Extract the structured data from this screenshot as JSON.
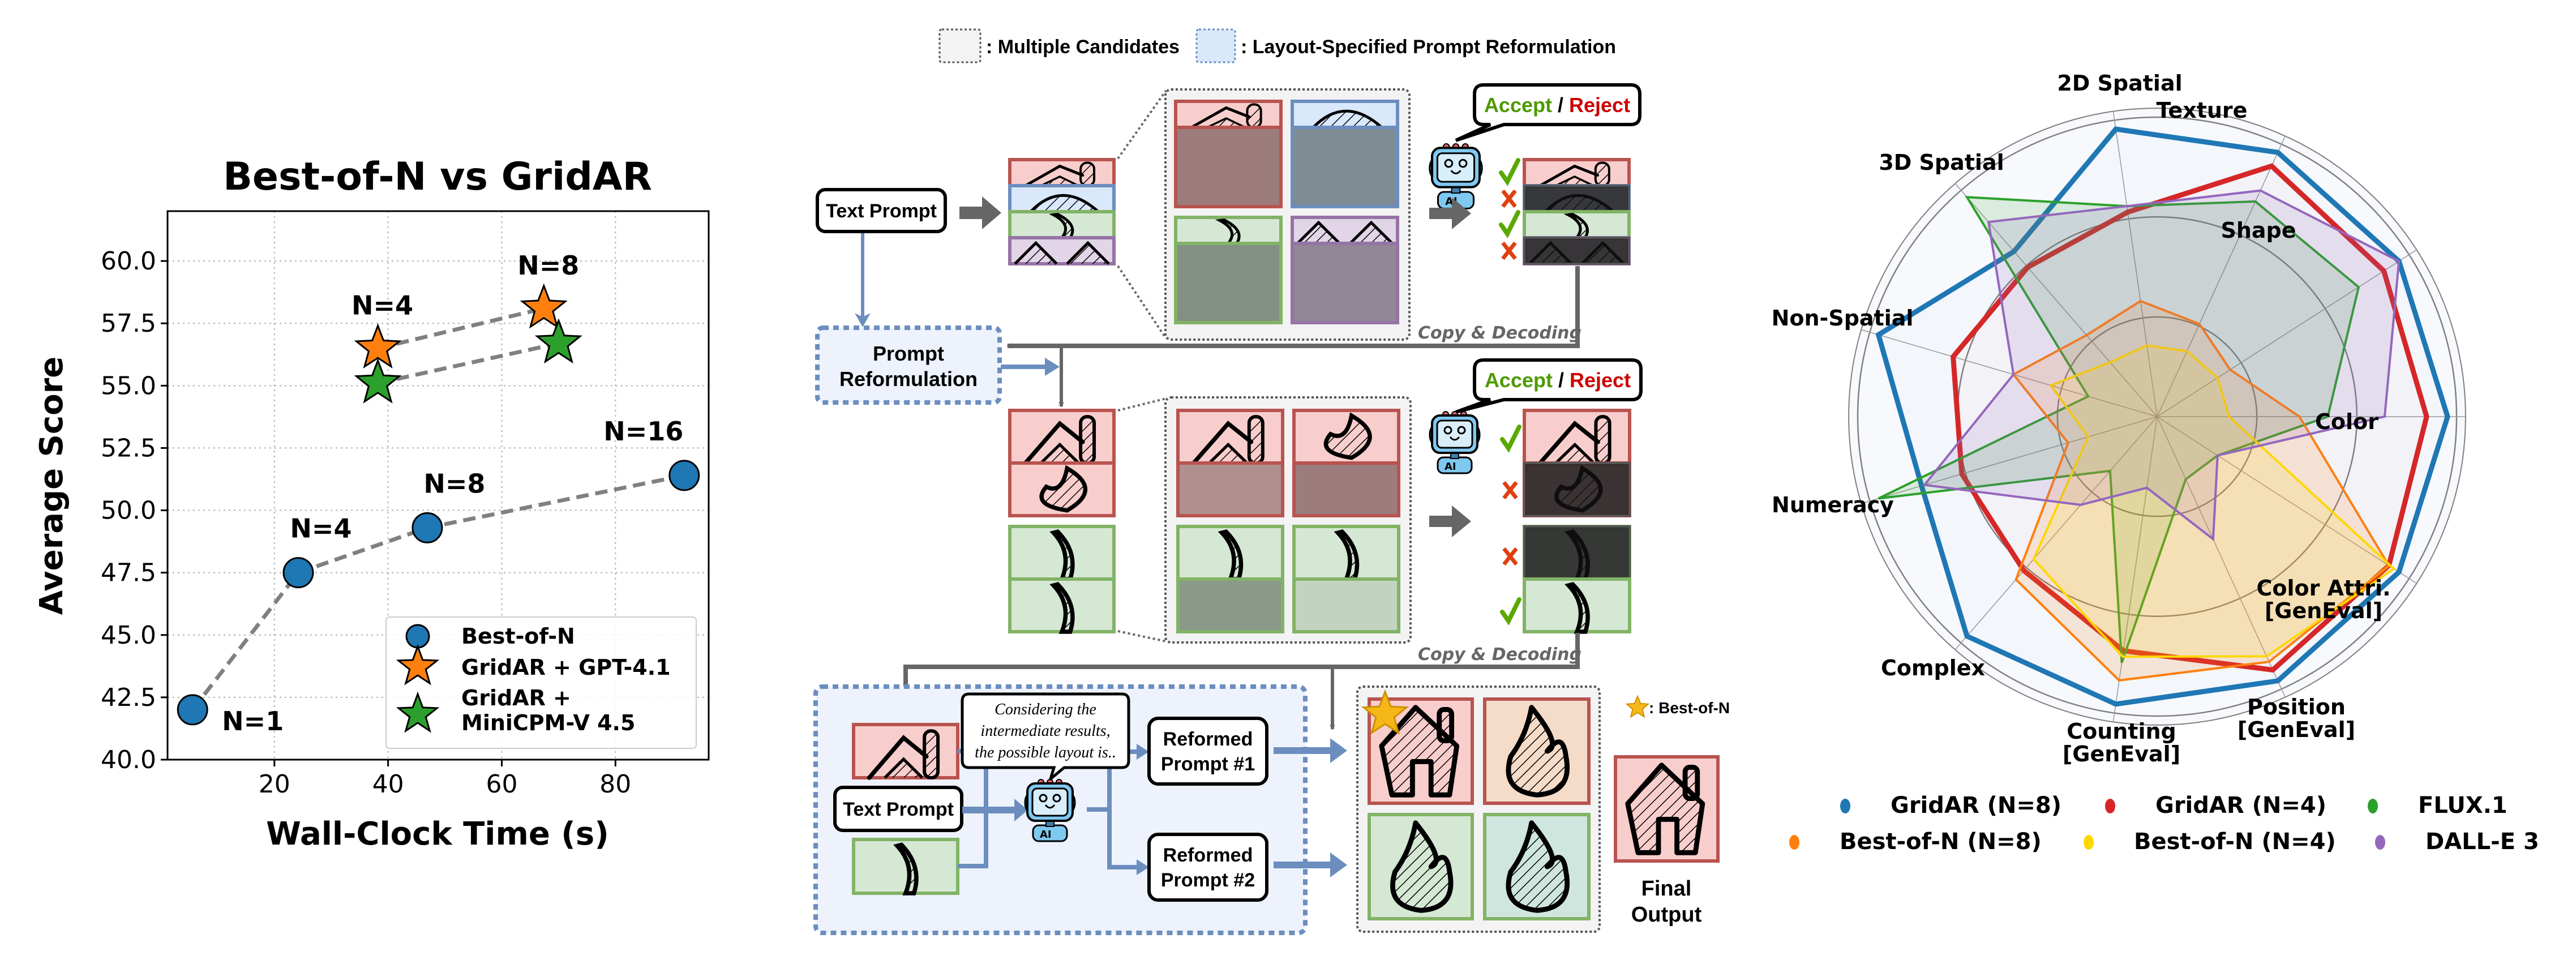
{
  "chart_data": [
    {
      "type": "scatter",
      "title": "Best-of-N vs GridAR",
      "xlabel": "Wall-Clock Time (s)",
      "ylabel": "Average Score",
      "xlim": [
        1.2,
        96.4
      ],
      "ylim": [
        40.0,
        62.0
      ],
      "xticks": [
        20,
        40,
        60,
        80
      ],
      "xtick_labels": [
        "20",
        "40",
        "60",
        "80"
      ],
      "yticks": [
        40.0,
        42.5,
        45.0,
        47.5,
        50.0,
        52.5,
        55.0,
        57.5,
        60.0
      ],
      "ytick_labels": [
        "40.0",
        "42.5",
        "45.0",
        "47.5",
        "50.0",
        "52.5",
        "55.0",
        "57.5",
        "60.0"
      ],
      "grid": true,
      "legend_position": "bottom-right",
      "series": [
        {
          "name": "Best-of-N",
          "marker": "circle",
          "color": "#1f77b4",
          "points": [
            {
              "x": 5.6,
              "y": 42.0,
              "label": "N=1"
            },
            {
              "x": 24.2,
              "y": 47.5,
              "label": "N=4"
            },
            {
              "x": 46.9,
              "y": 49.3,
              "label": "N=8"
            },
            {
              "x": 92.1,
              "y": 51.4,
              "label": "N=16"
            }
          ]
        },
        {
          "name": "GridAR + GPT-4.1",
          "marker": "star",
          "color": "#ff7f0e",
          "points": [
            {
              "x": 38.2,
              "y": 56.5,
              "label": "N=4"
            },
            {
              "x": 67.4,
              "y": 58.1,
              "label": "N=8"
            }
          ]
        },
        {
          "name": "GridAR + MiniCPM-V 4.5",
          "legend_lines": [
            "GridAR +",
            "MiniCPM-V 4.5"
          ],
          "marker": "star",
          "color": "#2ca02c",
          "points": [
            {
              "x": 38.2,
              "y": 55.1,
              "label": ""
            },
            {
              "x": 70.0,
              "y": 56.7,
              "label": ""
            }
          ]
        }
      ]
    },
    {
      "type": "radar",
      "axes": [
        "Color",
        "Shape",
        "Texture",
        "2D Spatial",
        "3D Spatial",
        "Non-Spatial",
        "Numeracy",
        "Complex",
        "Counting\n[GenEval]",
        "Position\n[GenEval]",
        "Color Attri.\n[GenEval]"
      ],
      "range": [
        0,
        1
      ],
      "rings": [
        0.333,
        0.667,
        1.0
      ],
      "legend_position": "bottom",
      "series": [
        {
          "name": "GridAR (N=8)",
          "color": "#1f77b4",
          "values": [
            0.97,
            0.96,
            0.97,
            0.97,
            0.73,
            0.97,
            0.82,
            0.97,
            0.97,
            0.97,
            0.96
          ]
        },
        {
          "name": "GridAR (N=4)",
          "color": "#d62728",
          "values": [
            0.9,
            0.9,
            0.92,
            0.69,
            0.66,
            0.71,
            0.68,
            0.68,
            0.79,
            0.93,
            0.92
          ]
        },
        {
          "name": "FLUX.1",
          "color": "#2ca02c",
          "values": [
            0.57,
            0.8,
            0.79,
            0.71,
            0.97,
            0.24,
            0.97,
            0.24,
            0.83,
            0.23,
            0.24
          ]
        },
        {
          "name": "Best-of-N (N=8)",
          "color": "#ff7f0e",
          "values": [
            0.475,
            0.29,
            0.34,
            0.39,
            0.36,
            0.5,
            0.31,
            0.72,
            0.89,
            0.9,
            0.92
          ]
        },
        {
          "name": "Best-of-N (N=4)",
          "color": "#ffd700",
          "values": [
            0.24,
            0.24,
            0.24,
            0.24,
            0.24,
            0.37,
            0.24,
            0.63,
            0.81,
            0.88,
            0.94
          ]
        },
        {
          "name": "DALL-E 3",
          "color": "#9467bd",
          "values": [
            0.76,
            0.96,
            0.83,
            0.71,
            0.86,
            0.5,
            0.81,
            0.39,
            0.24,
            0.45,
            0.24
          ]
        }
      ],
      "legend_order": [
        "GridAR (N=8)",
        "GridAR (N=4)",
        "FLUX.1",
        "Best-of-N (N=8)",
        "Best-of-N (N=4)",
        "DALL-E 3"
      ]
    }
  ],
  "diagram": {
    "legend": {
      "multiple_candidates": ": Multiple Candidates",
      "layout_reformulation": ": Layout-Specified Prompt Reformulation"
    },
    "text_prompt": "Text Prompt",
    "prompt_reformulation_lines": [
      "Prompt",
      "Reformulation"
    ],
    "verifier_bubble": {
      "accept": "Accept",
      "slash": " / ",
      "reject": "Reject"
    },
    "copy_decoding": "Copy & Decoding",
    "stage1_verdicts": [
      "accept",
      "reject",
      "accept",
      "reject"
    ],
    "stage2_verdicts": [
      "accept",
      "reject",
      "reject",
      "accept"
    ],
    "reasoning_bubble_lines": [
      "Considering the",
      "intermediate results,",
      "the possible layout is.."
    ],
    "reformed_prompt_1": [
      "Reformed",
      "Prompt #1"
    ],
    "reformed_prompt_2": [
      "Reformed",
      "Prompt #2"
    ],
    "best_of_n_legend": ": Best-of-N",
    "final_output_lines": [
      "Final",
      "Output"
    ],
    "robot_badge": "AI",
    "colors": {
      "red_border": "#b85450",
      "red_fill": "#f8cecc",
      "blue_border": "#6c8ebf",
      "blue_fill": "#dae8fc",
      "green_border": "#82b366",
      "green_fill": "#d5e8d4",
      "purple_border": "#9673a6",
      "purple_fill": "#e1d5e7",
      "accept": "#4d9a00",
      "reject": "#cc0000",
      "arrow_gray": "#666666",
      "arrow_blue": "#6c8ebf"
    }
  }
}
